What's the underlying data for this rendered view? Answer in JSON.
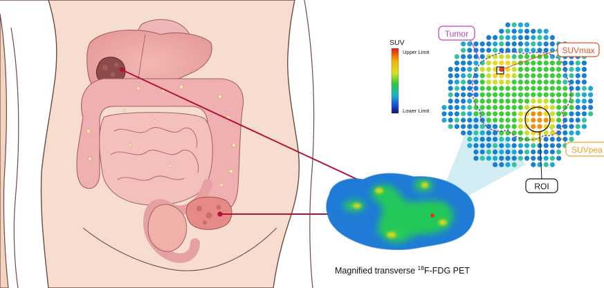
{
  "legend": {
    "title": "SUV",
    "upper": "Upper Limit",
    "lower": "Lower Limit"
  },
  "callouts": {
    "tumor": "Tumor",
    "suvmax": "SUVmax",
    "suvpeak": "SUVpea",
    "roi": "ROI"
  },
  "caption": {
    "prefix": "Magnified transverse ",
    "superscript": "18",
    "suffix": "F-FDG PET"
  },
  "colors": {
    "tumor": "#c23bbf",
    "suvmax": "#e0522a",
    "suvpeak": "#f0a020",
    "roi": "#111111",
    "connector": "#b0123a",
    "skin": "#f6dccd",
    "pet_background": "#1f7bd6"
  }
}
